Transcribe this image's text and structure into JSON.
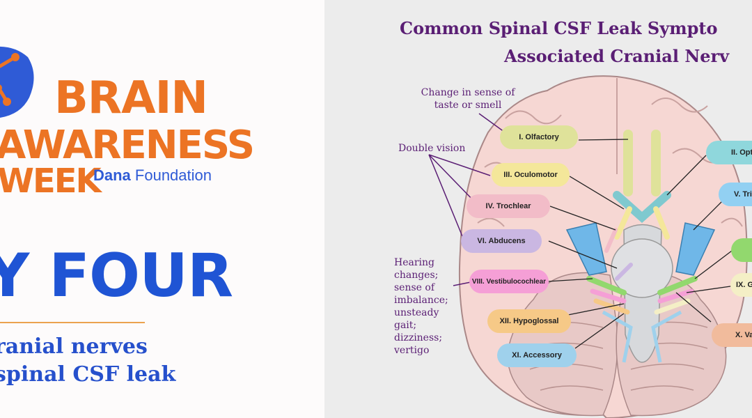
{
  "left": {
    "brand_line1": "BRAIN",
    "brand_line2": "AWARENESS",
    "brand_line3": "WEEK",
    "foundation_bold": "Dana",
    "foundation_rest": " Foundation",
    "day_heading": "Y FOUR",
    "subtitle_line1": "ranial nerves",
    "subtitle_line2": "spinal CSF leak"
  },
  "diagram": {
    "title_line1": "Common Spinal CSF Leak Sympto",
    "title_line2": "Associated Cranial Nerv",
    "symptoms": {
      "taste_smell": "Change in sense of taste or smell",
      "double_vision": "Double vision",
      "hearing": "Hearing changes; sense of imbalance; unsteady gait; dizziness; vertigo"
    },
    "nerves": [
      {
        "label": "I. Olfactory",
        "color": "#dfe29a"
      },
      {
        "label": "III. Oculomotor",
        "color": "#f4e79a"
      },
      {
        "label": "IV. Trochlear",
        "color": "#f2bcc8"
      },
      {
        "label": "VI. Abducens",
        "color": "#cab7e2"
      },
      {
        "label": "VIII. Vestibulocochlear",
        "color": "#f59fd6"
      },
      {
        "label": "XII. Hypoglossal",
        "color": "#f6c987"
      },
      {
        "label": "XI. Accessory",
        "color": "#9fd1ec"
      },
      {
        "label": "II. Opt",
        "color": "#8fd7dc"
      },
      {
        "label": "V. Tri",
        "color": "#92d0f2"
      },
      {
        "label": "",
        "color": "#92d86e"
      },
      {
        "label": "IX. Gl",
        "color": "#f4efc6"
      },
      {
        "label": "X. Va",
        "color": "#f1bb9c"
      }
    ]
  }
}
